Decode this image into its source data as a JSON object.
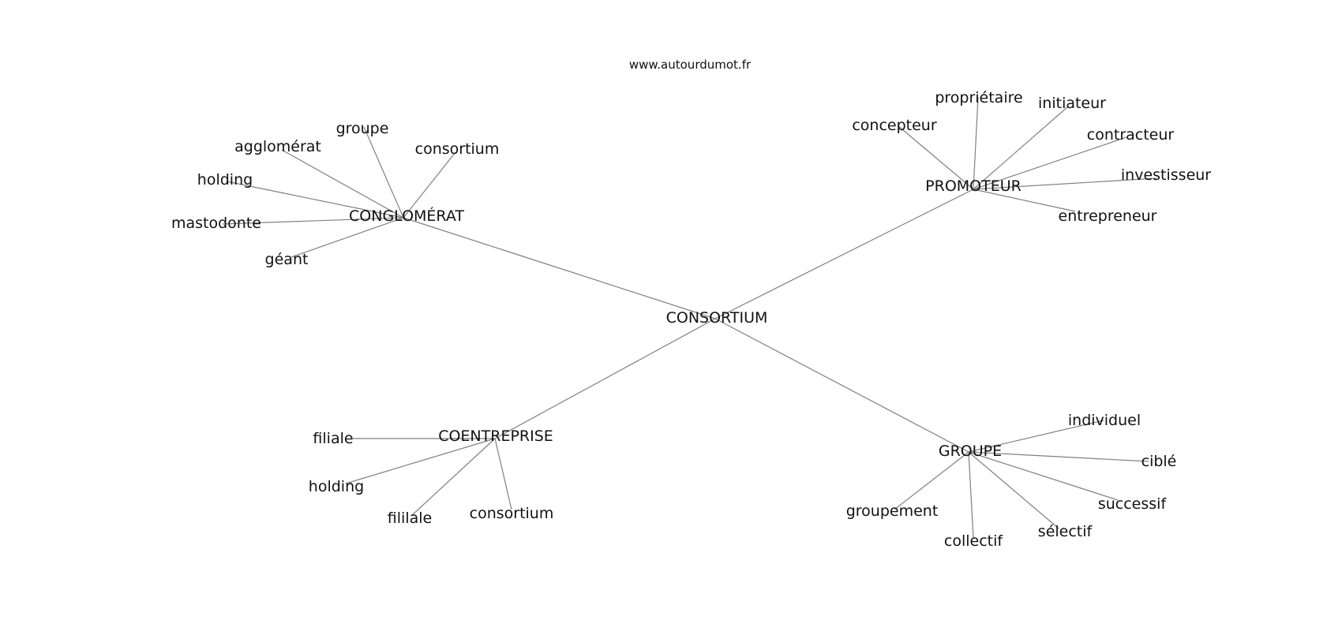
{
  "site": "www.autourdumot.fr",
  "graph": {
    "center": "CONSORTIUM",
    "clusters": [
      {
        "hub": "CONGLOMÉRAT",
        "leaves": [
          "agglomérat",
          "groupe",
          "consortium",
          "holding",
          "mastodonte",
          "géant"
        ]
      },
      {
        "hub": "PROMOTEUR",
        "leaves": [
          "propriétaire",
          "initiateur",
          "concepteur",
          "contracteur",
          "investisseur",
          "entrepreneur"
        ]
      },
      {
        "hub": "COENTREPRISE",
        "leaves": [
          "filiale",
          "holding",
          "fililale",
          "consortium"
        ]
      },
      {
        "hub": "GROUPE",
        "leaves": [
          "individuel",
          "ciblé",
          "successif",
          "sélectif",
          "collectif",
          "groupement"
        ]
      }
    ]
  }
}
